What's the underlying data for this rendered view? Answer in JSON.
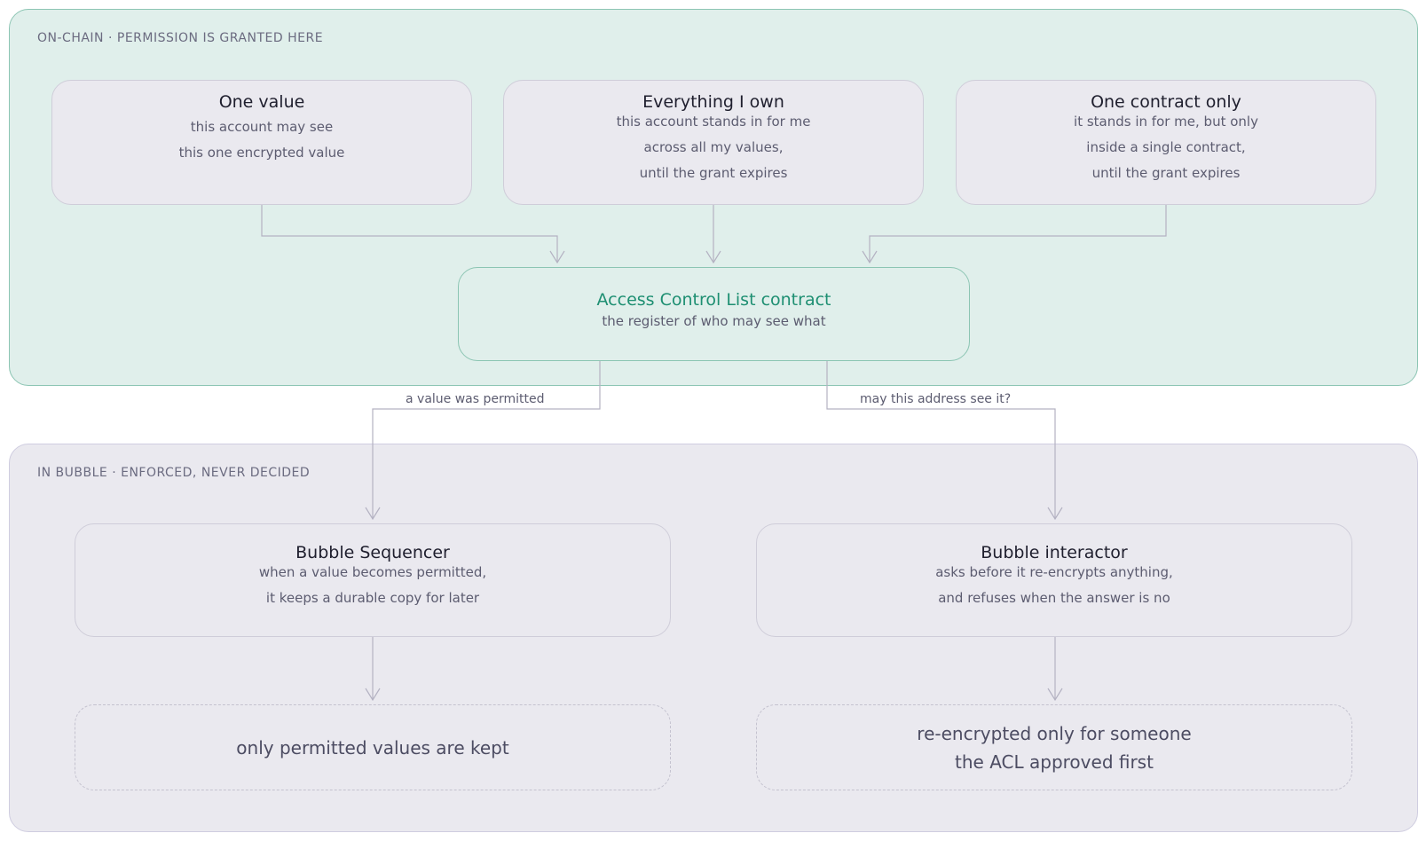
{
  "regions": {
    "onchain": {
      "label": "ON-CHAIN · PERMISSION IS GRANTED HERE",
      "color": "#e0efeb"
    },
    "bubble": {
      "label": "IN BUBBLE · ENFORCED, NEVER DECIDED",
      "color": "#eae9ef"
    }
  },
  "nodes": {
    "one_value": {
      "title": "One value",
      "lines": [
        "this account may see",
        "this one encrypted value"
      ]
    },
    "everything": {
      "title": "Everything I own",
      "lines": [
        "this account stands in for me",
        "across all my values,",
        "until the grant expires"
      ]
    },
    "one_contract": {
      "title": "One contract only",
      "lines": [
        "it stands in for me, but only",
        "inside a single contract,",
        "until the grant expires"
      ]
    },
    "acl": {
      "title": "Access Control List contract",
      "lines": [
        "the register of who may see what"
      ],
      "accent": "#1e8f72"
    },
    "sequencer": {
      "title": "Bubble Sequencer",
      "lines": [
        "when a value becomes permitted,",
        "it keeps a durable copy for later"
      ]
    },
    "interactor": {
      "title": "Bubble interactor",
      "lines": [
        "asks before it re-encrypts anything,",
        "and refuses when the answer is no"
      ]
    },
    "kept": {
      "lines": [
        "only permitted values are kept"
      ]
    },
    "reencrypted": {
      "lines": [
        "re-encrypted only for someone",
        "the ACL approved first"
      ]
    }
  },
  "edges": {
    "permitted": "a value was permitted",
    "may_see": "may this address see it?"
  }
}
